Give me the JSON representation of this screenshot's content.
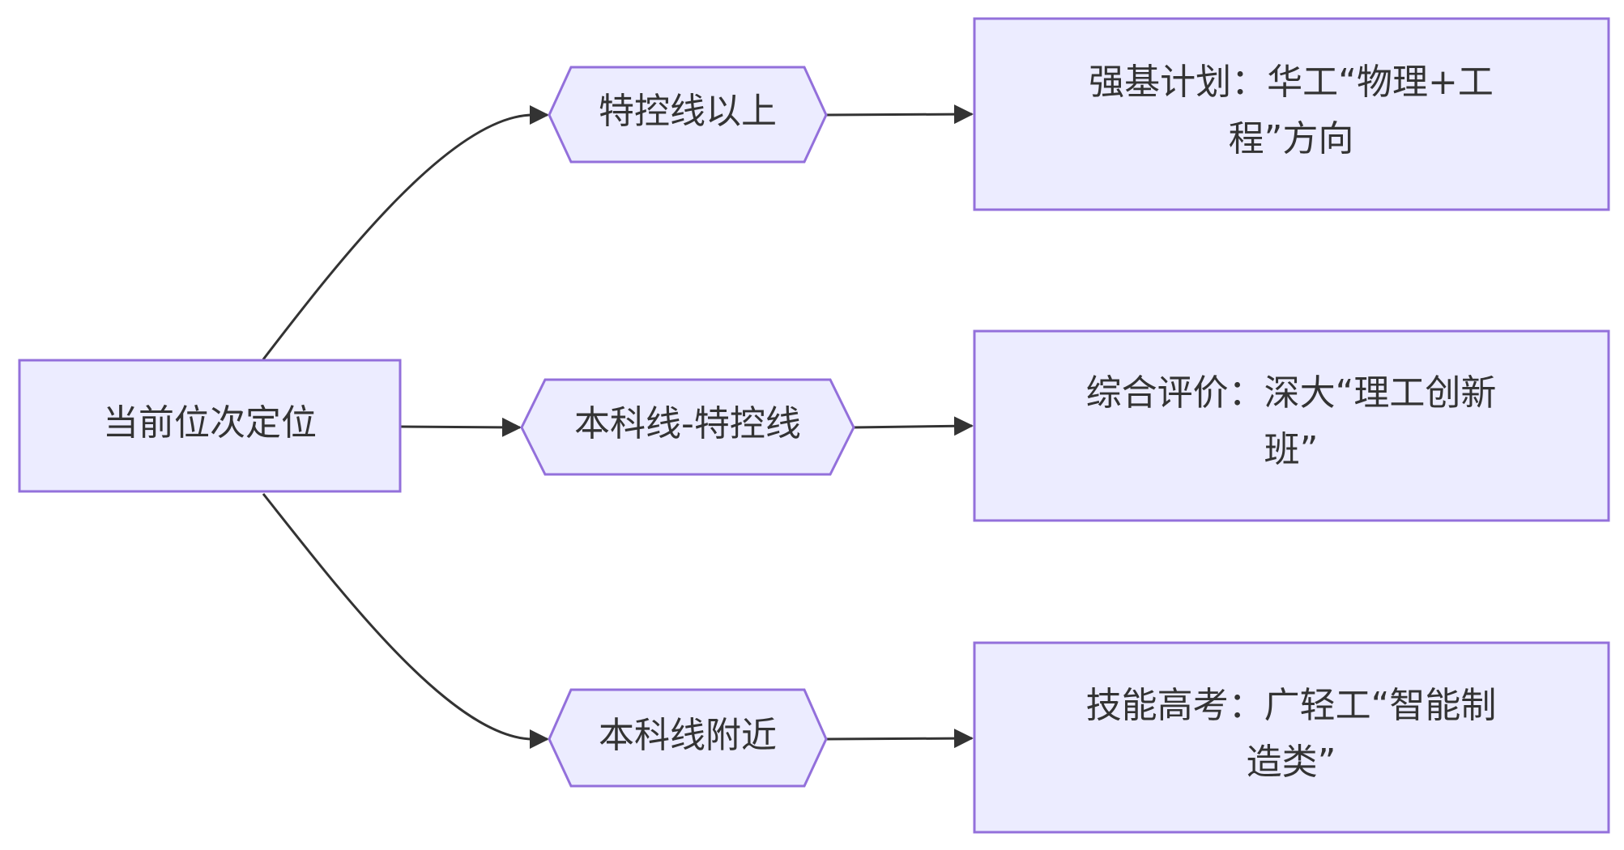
{
  "diagram": {
    "root": {
      "label": "当前位次定位"
    },
    "levels": [
      {
        "label": "特控线以上"
      },
      {
        "label": "本科线-特控线"
      },
      {
        "label": "本科线附近"
      }
    ],
    "paths": [
      {
        "line1": "强基计划：华工“物理+工",
        "line2": "程”方向"
      },
      {
        "line1": "综合评价：深大“理工创新",
        "line2": "班”"
      },
      {
        "line1": "技能高考：广轻工“智能制",
        "line2": "造类”"
      }
    ]
  },
  "colors": {
    "node_fill": "#ececff",
    "node_stroke": "#9370db",
    "edge": "#333333",
    "text": "#333333"
  }
}
